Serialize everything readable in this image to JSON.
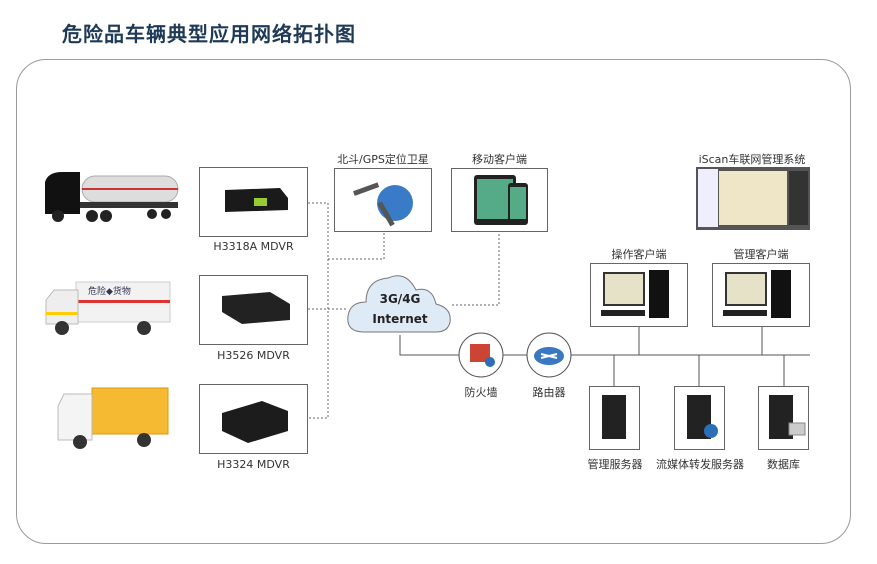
{
  "title": "危险品车辆典型应用网络拓扑图",
  "vehicles": [
    {
      "name": "tanker-truck",
      "device": "H3318A MDVR"
    },
    {
      "name": "hazmat-box-truck-white",
      "device": "H3526 MDVR",
      "truck_text": "危险◆货物"
    },
    {
      "name": "hazmat-box-truck-yellow",
      "device": "H3324 MDVR"
    }
  ],
  "satellite": {
    "label": "北斗/GPS定位卫星"
  },
  "mobile": {
    "label": "移动客户端"
  },
  "iscan": {
    "label": "iScan车联网管理系统"
  },
  "cloud": {
    "line1": "3G/4G",
    "line2": "Internet"
  },
  "firewall": {
    "label": "防火墙"
  },
  "router": {
    "label": "路由器"
  },
  "clients": [
    {
      "label": "操作客户端"
    },
    {
      "label": "管理客户端"
    }
  ],
  "servers": [
    {
      "label": "管理服务器"
    },
    {
      "label": "流媒体转发服务器"
    },
    {
      "label": "数据库"
    }
  ],
  "colors": {
    "title": "#1f3a56",
    "cloud": "#dfeaf7",
    "line": "#555555"
  }
}
